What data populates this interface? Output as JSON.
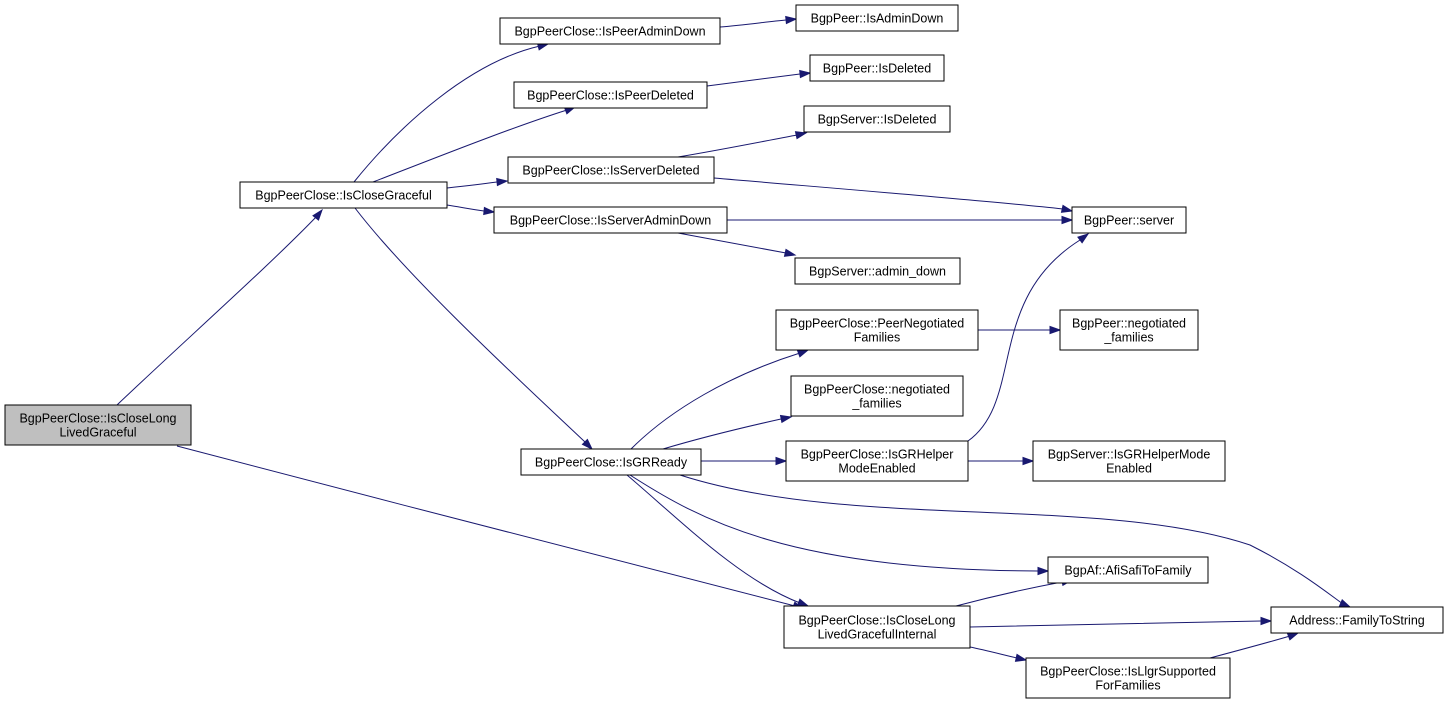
{
  "graph": {
    "colors": {
      "edge": "#191970",
      "root_fill": "#bfbfbf",
      "node_fill": "#ffffff"
    },
    "nodes": [
      {
        "id": "root",
        "lines": [
          "BgpPeerClose::IsCloseLong",
          "LivedGraceful"
        ]
      },
      {
        "id": "isCloseGraceful",
        "lines": [
          "BgpPeerClose::IsCloseGraceful"
        ]
      },
      {
        "id": "isPeerAdminDown",
        "lines": [
          "BgpPeerClose::IsPeerAdminDown"
        ]
      },
      {
        "id": "bgpPeerIsAdminDown",
        "lines": [
          "BgpPeer::IsAdminDown"
        ]
      },
      {
        "id": "isPeerDeleted",
        "lines": [
          "BgpPeerClose::IsPeerDeleted"
        ]
      },
      {
        "id": "bgpPeerIsDeleted",
        "lines": [
          "BgpPeer::IsDeleted"
        ]
      },
      {
        "id": "bgpServerIsDeleted",
        "lines": [
          "BgpServer::IsDeleted"
        ]
      },
      {
        "id": "isServerDeleted",
        "lines": [
          "BgpPeerClose::IsServerDeleted"
        ]
      },
      {
        "id": "isServerAdminDown",
        "lines": [
          "BgpPeerClose::IsServerAdminDown"
        ]
      },
      {
        "id": "bgpPeerServer",
        "lines": [
          "BgpPeer::server"
        ]
      },
      {
        "id": "bgpServerAdminDown",
        "lines": [
          "BgpServer::admin_down"
        ]
      },
      {
        "id": "peerNegotiatedFamilies",
        "lines": [
          "BgpPeerClose::PeerNegotiated",
          "Families"
        ]
      },
      {
        "id": "bgpPeerNegotiatedFamilies",
        "lines": [
          "BgpPeer::negotiated",
          "_families"
        ]
      },
      {
        "id": "closeNegotiatedFamilies",
        "lines": [
          "BgpPeerClose::negotiated",
          "_families"
        ]
      },
      {
        "id": "isGRReady",
        "lines": [
          "BgpPeerClose::IsGRReady"
        ]
      },
      {
        "id": "isGRHelperModeEnabled",
        "lines": [
          "BgpPeerClose::IsGRHelper",
          "ModeEnabled"
        ]
      },
      {
        "id": "serverIsGRHelperModeEnabled",
        "lines": [
          "BgpServer::IsGRHelperMode",
          "Enabled"
        ]
      },
      {
        "id": "afiSafiToFamily",
        "lines": [
          "BgpAf::AfiSafiToFamily"
        ]
      },
      {
        "id": "familyToString",
        "lines": [
          "Address::FamilyToString"
        ]
      },
      {
        "id": "isCloseLongLivedGracefulInternal",
        "lines": [
          "BgpPeerClose::IsCloseLong",
          "LivedGracefulInternal"
        ]
      },
      {
        "id": "isLlgrSupportedForFamilies",
        "lines": [
          "BgpPeerClose::IsLlgrSupported",
          "ForFamilies"
        ]
      }
    ],
    "edges": [
      {
        "from": "root",
        "to": "isCloseGraceful"
      },
      {
        "from": "root",
        "to": "isCloseLongLivedGracefulInternal"
      },
      {
        "from": "isCloseGraceful",
        "to": "isPeerAdminDown"
      },
      {
        "from": "isCloseGraceful",
        "to": "isPeerDeleted"
      },
      {
        "from": "isCloseGraceful",
        "to": "isServerDeleted"
      },
      {
        "from": "isCloseGraceful",
        "to": "isServerAdminDown"
      },
      {
        "from": "isCloseGraceful",
        "to": "isGRReady"
      },
      {
        "from": "isPeerAdminDown",
        "to": "bgpPeerIsAdminDown"
      },
      {
        "from": "isPeerDeleted",
        "to": "bgpPeerIsDeleted"
      },
      {
        "from": "isServerDeleted",
        "to": "bgpServerIsDeleted"
      },
      {
        "from": "isServerDeleted",
        "to": "bgpPeerServer"
      },
      {
        "from": "isServerAdminDown",
        "to": "bgpPeerServer"
      },
      {
        "from": "isServerAdminDown",
        "to": "bgpServerAdminDown"
      },
      {
        "from": "peerNegotiatedFamilies",
        "to": "bgpPeerNegotiatedFamilies"
      },
      {
        "from": "isGRReady",
        "to": "peerNegotiatedFamilies"
      },
      {
        "from": "isGRReady",
        "to": "closeNegotiatedFamilies"
      },
      {
        "from": "isGRReady",
        "to": "isGRHelperModeEnabled"
      },
      {
        "from": "isGRReady",
        "to": "familyToString"
      },
      {
        "from": "isGRReady",
        "to": "afiSafiToFamily"
      },
      {
        "from": "isGRReady",
        "to": "isCloseLongLivedGracefulInternal"
      },
      {
        "from": "isGRHelperModeEnabled",
        "to": "bgpPeerServer"
      },
      {
        "from": "isGRHelperModeEnabled",
        "to": "serverIsGRHelperModeEnabled"
      },
      {
        "from": "isCloseLongLivedGracefulInternal",
        "to": "afiSafiToFamily"
      },
      {
        "from": "isCloseLongLivedGracefulInternal",
        "to": "familyToString"
      },
      {
        "from": "isCloseLongLivedGracefulInternal",
        "to": "isLlgrSupportedForFamilies"
      },
      {
        "from": "isLlgrSupportedForFamilies",
        "to": "familyToString"
      }
    ]
  }
}
